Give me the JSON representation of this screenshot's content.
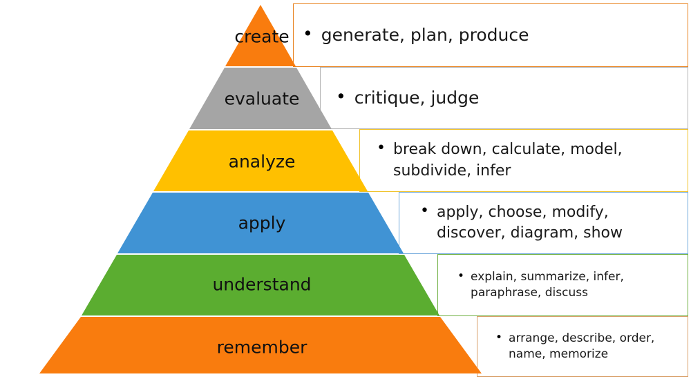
{
  "diagram": {
    "title": "Bloom's Taxonomy pyramid",
    "background_color": "#FFFFFF",
    "levels": [
      {
        "id": "create",
        "label": "create",
        "color": "#F97C0E",
        "border_color": "#E8821E",
        "verbs_text": "generate,  plan,  produce",
        "bullet": "•"
      },
      {
        "id": "evaluate",
        "label": "evaluate",
        "color": "#A5A5A5",
        "border_color": "#B3B3B3",
        "verbs_text": "critique,  judge",
        "bullet": "•"
      },
      {
        "id": "analyze",
        "label": "analyze",
        "color": "#FFC000",
        "border_color": "#F0C22A",
        "verbs_text": "break down,  calculate,  model,\nsubdivide,  infer",
        "bullet": "•"
      },
      {
        "id": "apply",
        "label": "apply",
        "color": "#4093D4",
        "border_color": "#6FA8DC",
        "verbs_text": "apply,  choose,  modify,\ndiscover,  diagram,  show",
        "bullet": "•"
      },
      {
        "id": "understand",
        "label": "understand",
        "color": "#5BAD30",
        "border_color": "#6DAE3F",
        "verbs_text": "explain,  summarize,  infer,\nparaphrase,  discuss",
        "bullet": "•"
      },
      {
        "id": "remember",
        "label": "remember",
        "color": "#F97C0E",
        "border_color": "#D9A06A",
        "verbs_text": "arrange,  describe,  order,\nname,  memorize",
        "bullet": "•"
      }
    ]
  }
}
